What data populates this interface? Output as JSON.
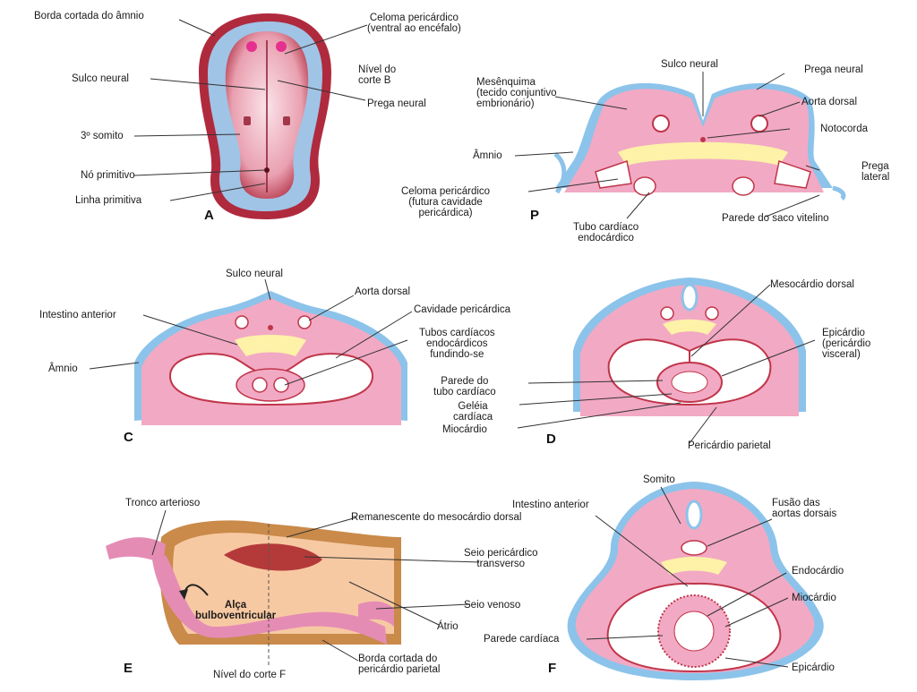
{
  "panels": [
    "A",
    "P",
    "C",
    "D",
    "E",
    "F"
  ],
  "labels": {
    "a_borda": "Borda cortada do âmnio",
    "a_celoma": "Celoma pericárdico\n(ventral ao encéfalo)",
    "a_nivel": "Nível do\ncorte B",
    "a_sulco": "Sulco neural",
    "a_prega": "Prega neural",
    "a_somito": "3º somito",
    "a_no": "Nó primitivo",
    "a_linha": "Linha primitiva",
    "b_sulco": "Sulco neural",
    "b_prega": "Prega neural",
    "b_mesenquima": "Mesênquima\n(tecido conjuntivo\nembrionário)",
    "b_aorta": "Aorta dorsal",
    "b_notocorda": "Notocorda",
    "b_amnio": "Âmnio",
    "b_prega_lat": "Prega\nlateral",
    "b_celoma": "Celoma pericárdico\n(futura cavidade\npericárdica)",
    "b_tubo": "Tubo cardíaco\nendocárdico",
    "b_parede": "Parede do saco vitelino",
    "c_sulco": "Sulco neural",
    "c_aorta": "Aorta dorsal",
    "c_intestino": "Intestino anterior",
    "c_cavidade": "Cavidade pericárdica",
    "c_amnio": "Âmnio",
    "c_tubos": "Tubos cardíacos\nendocárdicos\nfundindo-se",
    "cd_parede": "Parede do\ntubo cardíaco",
    "cd_geleia": "Geléia\ncardíaca",
    "cd_miocardio": "Miocárdio",
    "d_mesocardio": "Mesocárdio dorsal",
    "d_epicardio": "Epicárdio\n(pericárdio\nvisceral)",
    "d_pericardio": "Pericárdio parietal",
    "e_tronco": "Tronco arterioso",
    "e_remanescente": "Remanescente do mesocárdio dorsal",
    "e_seio_trans": "Seio pericárdico\ntransverso",
    "e_seio_ven": "Seio venoso",
    "e_atrio": "Átrio",
    "e_alca": "Alça\nbulboventricular",
    "e_borda": "Borda cortada do\npericárdio parietal",
    "e_nivel": "Nível do corte F",
    "f_somito": "Somito",
    "f_intestino": "Intestino anterior",
    "f_fusao": "Fusão das\naortas dorsais",
    "f_endocardio": "Endocárdio",
    "f_miocardio": "Miocárdio",
    "f_parede": "Parede cardíaca",
    "f_epicardio": "Epicárdio"
  },
  "colors": {
    "pink": "#f2a9c4",
    "pink_dark": "#d9537a",
    "blue": "#8cc3ea",
    "red": "#c0354a",
    "yellow": "#fdf2a8",
    "brown": "#c98a4a",
    "line": "#333333"
  }
}
